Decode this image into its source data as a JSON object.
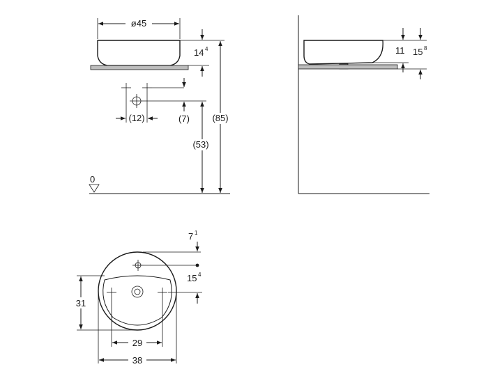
{
  "front_view": {
    "width_label": "ø45",
    "bowl_height": {
      "main": "14",
      "sup": "4"
    },
    "tap_spacing_label": "(12)",
    "tap_drop_label": "(7)",
    "waste_height_label": "(53)",
    "total_height_label": "(85)",
    "floor_label": "0"
  },
  "side_view": {
    "bowl_height_label": "11",
    "total_height": {
      "main": "15",
      "sup": "8"
    }
  },
  "top_view": {
    "tap_offset": {
      "main": "7",
      "sup": "1"
    },
    "waste_offset": {
      "main": "15",
      "sup": "4"
    },
    "depth_label": "31",
    "tap_spacing_label": "29",
    "width_label": "38"
  }
}
